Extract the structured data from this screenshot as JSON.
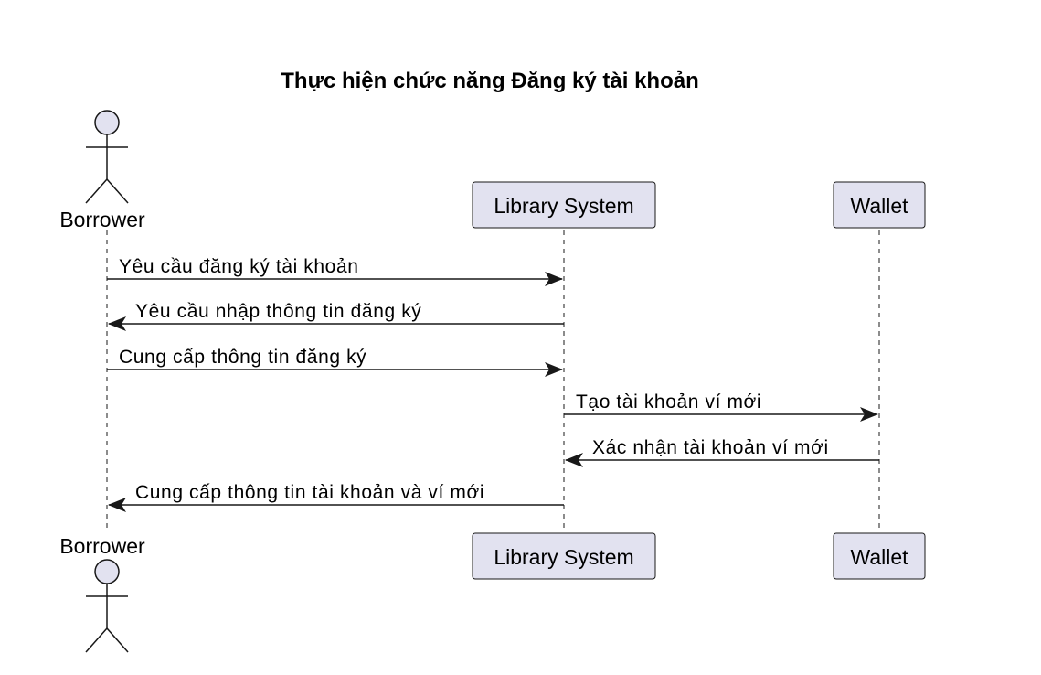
{
  "title": "Thực hiện chức năng Đăng ký tài khoản",
  "colors": {
    "participant_fill": "#E2E2F0",
    "participant_stroke": "#181818",
    "line": "#181818",
    "background": "#FFFFFF"
  },
  "participants": [
    {
      "id": "borrower",
      "label": "Borrower",
      "kind": "actor"
    },
    {
      "id": "library",
      "label": "Library System",
      "kind": "participant"
    },
    {
      "id": "wallet",
      "label": "Wallet",
      "kind": "participant"
    }
  ],
  "messages": [
    {
      "from": "borrower",
      "to": "library",
      "label": "Yêu cầu đăng ký tài khoản"
    },
    {
      "from": "library",
      "to": "borrower",
      "label": "Yêu cầu nhập thông tin đăng ký"
    },
    {
      "from": "borrower",
      "to": "library",
      "label": "Cung cấp thông tin đăng ký"
    },
    {
      "from": "library",
      "to": "wallet",
      "label": "Tạo tài khoản ví mới"
    },
    {
      "from": "wallet",
      "to": "library",
      "label": "Xác nhận tài khoản ví mới"
    },
    {
      "from": "library",
      "to": "borrower",
      "label": "Cung cấp thông tin tài khoản và ví mới"
    }
  ]
}
